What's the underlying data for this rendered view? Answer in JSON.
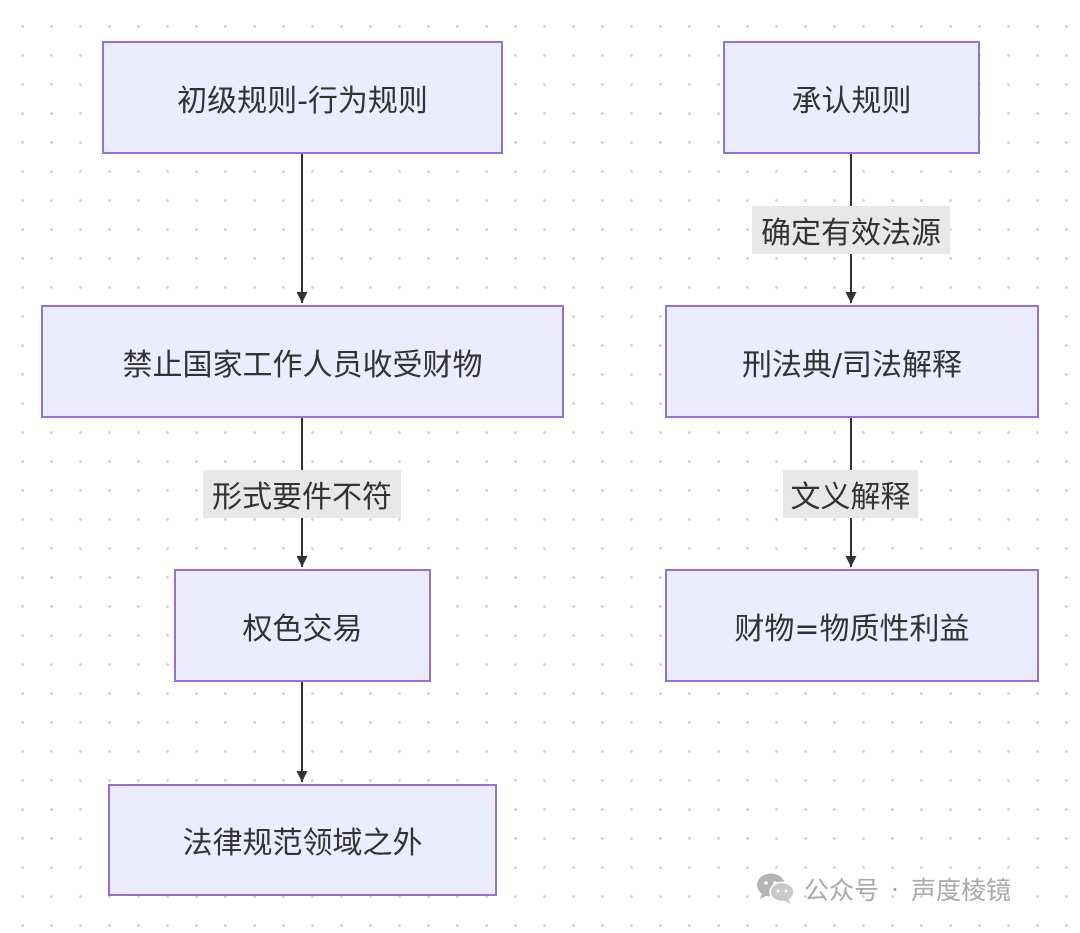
{
  "nodes": {
    "primary_rules": "初级规则-行为规则",
    "prohibition": "禁止国家工作人员收受财物",
    "power_sex_trade": "权色交易",
    "outside_norms": "法律规范领域之外",
    "recognition_rules": "承认规则",
    "criminal_code": "刑法典/司法解释",
    "property_def": "财物=物质性利益"
  },
  "edge_labels": {
    "formal_mismatch": "形式要件不符",
    "valid_source": "确定有效法源",
    "literal_interp": "文义解释"
  },
  "watermark": {
    "icon": "wechat-icon",
    "label": "公众号",
    "separator": "·",
    "name": "声度棱镜"
  },
  "colors": {
    "node_fill": "#ececff",
    "node_border": "#9370db",
    "edge": "#333333",
    "label_background": "#e8e8e8",
    "watermark": "#a8a8a8"
  }
}
